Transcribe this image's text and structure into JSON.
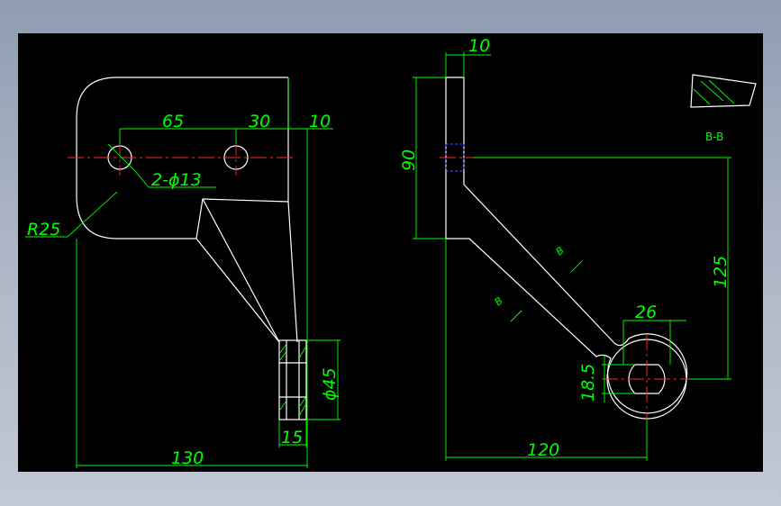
{
  "left_view": {
    "dim_65": "65",
    "dim_30": "30",
    "dim_10_top": "10",
    "dim_holes": "2-ϕ13",
    "dim_radius": "R25",
    "dim_dia45": "ϕ45",
    "dim_15": "15",
    "dim_130": "130"
  },
  "right_view": {
    "dim_10": "10",
    "dim_90": "90",
    "dim_125": "125",
    "dim_26": "26",
    "dim_18_5": "18.5",
    "dim_120": "120",
    "section_mark_1": "B",
    "section_mark_2": "B"
  },
  "section": {
    "label": "B-B"
  },
  "colors": {
    "outline": "#ffffff",
    "dimension": "#00ff00",
    "centerline": "#ff2a2a",
    "hidden": "#3a4dff",
    "background": "#000000"
  }
}
